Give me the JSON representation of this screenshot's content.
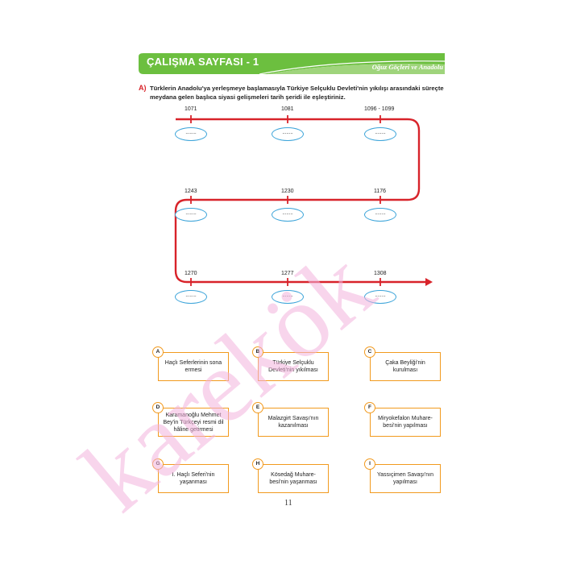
{
  "header": {
    "title": "ÇALIŞMA SAYFASI - 1",
    "subtitle": "Oğuz Göçleri ve Anadolu",
    "color": "#6cbf3f"
  },
  "question": {
    "letter": "A)",
    "text": "Türklerin Anadolu'ya yerleşmeye başlamasıyla Türkiye Selçuklu Devleti'nin yıkılışı arasındaki süreçte meydana gelen başlıca siyasi gelişmeleri tarih şeridi ile eşleştiriniz."
  },
  "timeline": {
    "line_color": "#d8232a",
    "placeholder": "........",
    "rows": [
      [
        "1071",
        "1081",
        "1096 - 1099"
      ],
      [
        "1243",
        "1230",
        "1176"
      ],
      [
        "1270",
        "1277",
        "1308"
      ]
    ]
  },
  "options": [
    {
      "letter": "A",
      "text": "Haçlı Seferlerinin sona ermesi"
    },
    {
      "letter": "B",
      "text": "Türkiye Selçuklu Devleti'nin yıkılması"
    },
    {
      "letter": "C",
      "text": "Çaka Beyliği'nin kurulması"
    },
    {
      "letter": "D",
      "text": "Karamanoğlu Mehmet Bey'in Türkçeyi resmi dil hâline getirmesi"
    },
    {
      "letter": "E",
      "text": "Malazgirt Savaşı'nın kazanılması"
    },
    {
      "letter": "F",
      "text": "Miryokefalon Muhare-besi'nin yapılması"
    },
    {
      "letter": "G",
      "text": "I. Haçlı Seferi'nin yaşanması"
    },
    {
      "letter": "H",
      "text": "Kösedağ Muhare-besi'nin yaşanması"
    },
    {
      "letter": "I",
      "text": "Yassıçimen Savaşı'nın yapılması"
    }
  ],
  "page_number": "11",
  "watermark": "karekök"
}
